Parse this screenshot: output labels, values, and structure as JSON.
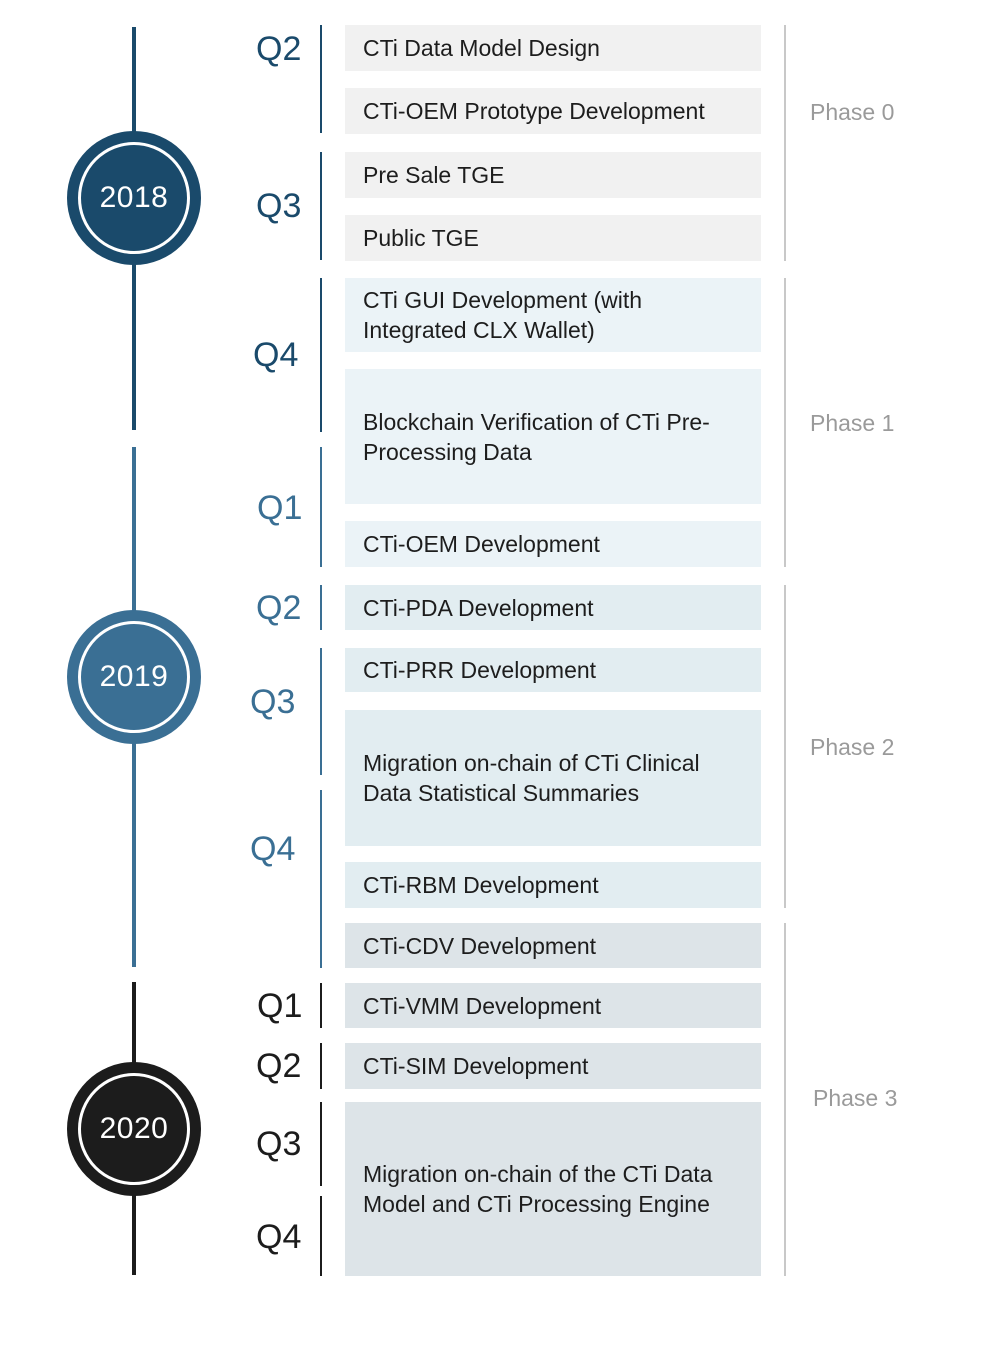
{
  "years": [
    {
      "label": "2018",
      "color": "#1a4a6b"
    },
    {
      "label": "2019",
      "color": "#3a6f94"
    },
    {
      "label": "2020",
      "color": "#1c1c1c"
    }
  ],
  "quarters": [
    "Q2",
    "Q3",
    "Q4",
    "Q1",
    "Q2",
    "Q3",
    "Q4",
    "Q1",
    "Q2",
    "Q3",
    "Q4"
  ],
  "tasks": [
    "CTi Data Model Design",
    "CTi-OEM Prototype Development",
    "Pre Sale TGE",
    "Public TGE",
    "CTi GUI Development (with Integrated CLX Wallet)",
    "Blockchain Verification of CTi Pre-Processing Data",
    "CTi-OEM Development",
    "CTi-PDA Development",
    "CTi-PRR Development",
    "Migration on-chain of CTi Clinical Data Statistical Summaries",
    "CTi-RBM Development",
    "CTi-CDV Development",
    "CTi-VMM Development",
    "CTi-SIM Development",
    "Migration on-chain of the CTi Data Model and CTi Processing Engine"
  ],
  "phases": [
    "Phase 0",
    "Phase 1",
    "Phase 2",
    "Phase 3"
  ],
  "colors": {
    "phase0_box": "#f1f1f1",
    "phase1_box": "#ebf3f7",
    "phase2_box": "#e2edf1",
    "phase3_box": "#dde4e8",
    "quarter_2018": "#1a4a6b",
    "quarter_2019": "#3a6f94",
    "quarter_2020": "#1c1c1c",
    "phase_text": "#9a9a9a"
  }
}
